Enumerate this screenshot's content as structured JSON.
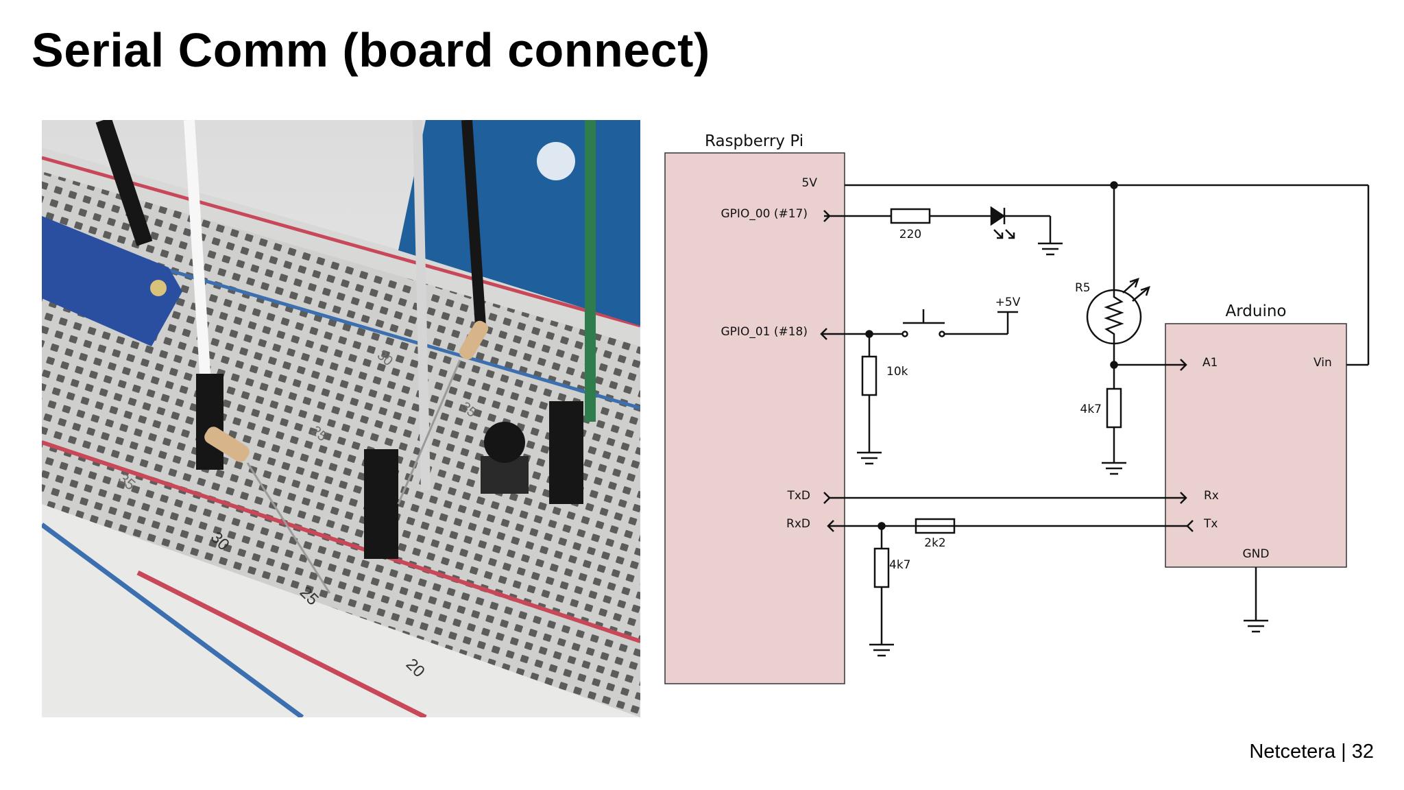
{
  "slide": {
    "title": "Serial Comm (board connect)",
    "footer": "Netcetera | 32"
  },
  "photo": {
    "breadboard_numbers": [
      "35",
      "30",
      "25",
      "20",
      "30",
      "35",
      "25"
    ]
  },
  "schematic": {
    "raspberry_pi": {
      "title": "Raspberry Pi",
      "pins": {
        "v5": "5V",
        "gpio00": "GPIO_00 (#17)",
        "gpio01": "GPIO_01 (#18)",
        "txd": "TxD",
        "rxd": "RxD"
      }
    },
    "arduino": {
      "title": "Arduino",
      "pins": {
        "a1": "A1",
        "vin": "Vin",
        "rx": "Rx",
        "tx": "Tx",
        "gnd": "GND"
      }
    },
    "components": {
      "r_led": "220",
      "r_pulldown": "10k",
      "supply": "+5V",
      "ldr": "R5",
      "r_ldr": "4k7",
      "r_series": "2k2",
      "r_divider": "4k7"
    },
    "colors": {
      "box_fill": "#ebd0d0",
      "wire": "#111111"
    }
  }
}
